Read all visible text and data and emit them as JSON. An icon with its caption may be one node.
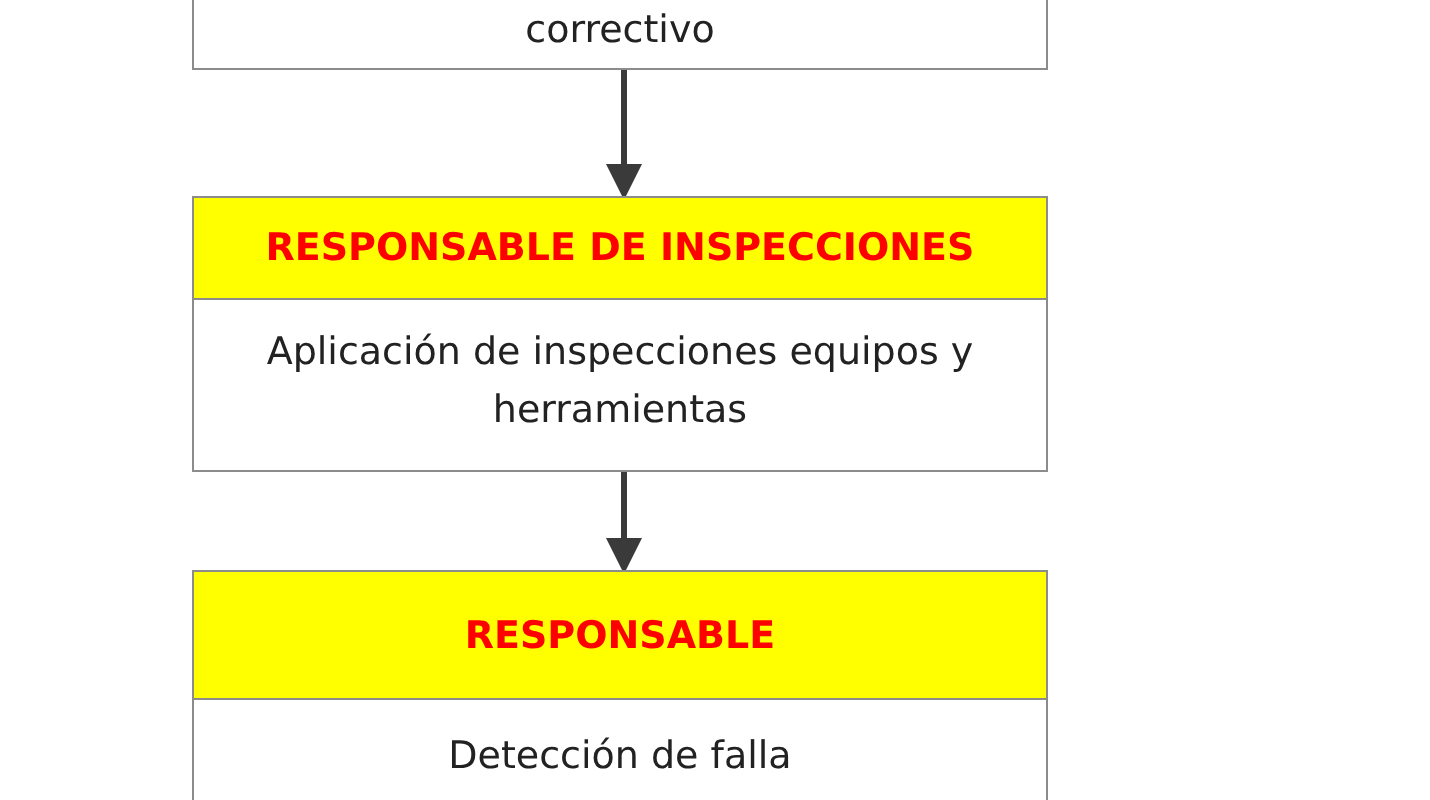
{
  "diagram": {
    "nodes": [
      {
        "text": [
          "correctivo"
        ]
      },
      {
        "text": [
          "RESPONSABLE DE INSPECCIONES",
          "Aplicación de inspecciones equipos y herramientas"
        ]
      },
      {
        "text": [
          "RESPONSABLE",
          "Detección de falla"
        ]
      }
    ],
    "edges": [
      {
        "from": 0,
        "to": 1,
        "arrow": "to"
      },
      {
        "from": 1,
        "to": 2,
        "arrow": "to"
      }
    ]
  }
}
